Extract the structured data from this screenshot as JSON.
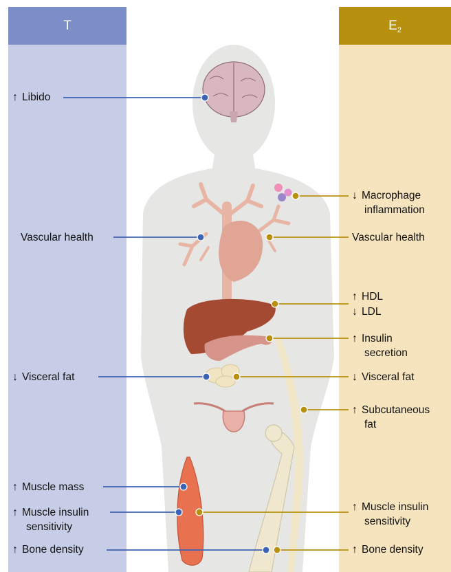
{
  "columns": {
    "left": {
      "label": "T",
      "color": "#7b8ec8",
      "bg": "#c7cde6"
    },
    "right": {
      "label": "E",
      "sub": "2",
      "color": "#b8900f",
      "bg": "#f5e4bd"
    }
  },
  "left_labels": [
    {
      "arrow": "↑",
      "text": "Libido"
    },
    {
      "arrow": "",
      "text": "Vascular health"
    },
    {
      "arrow": "↓",
      "text": "Visceral fat"
    },
    {
      "arrow": "↑",
      "text": "Muscle mass"
    },
    {
      "arrow": "↑",
      "text": "Muscle insulin",
      "line2": "sensitivity"
    },
    {
      "arrow": "↑",
      "text": "Bone density"
    }
  ],
  "right_labels": [
    {
      "arrow": "↓",
      "text": "Macrophage",
      "line2": "inflammation"
    },
    {
      "arrow": "",
      "text": "Vascular health"
    },
    {
      "arrow": "↑",
      "text": "HDL"
    },
    {
      "arrow": "↓",
      "text": "LDL"
    },
    {
      "arrow": "↑",
      "text": "Insulin",
      "line2": "secretion"
    },
    {
      "arrow": "↓",
      "text": "Visceral fat"
    },
    {
      "arrow": "↑",
      "text": "Subcutaneous",
      "line2": "fat"
    },
    {
      "arrow": "↑",
      "text": "Muscle insulin",
      "line2": "sensitivity"
    },
    {
      "arrow": "↑",
      "text": "Bone density"
    }
  ],
  "colors": {
    "silhouette": "#e6e6e4",
    "vessels": "#e8b5a5",
    "liver": "#a44a33",
    "muscle": "#e8714f",
    "bone": "#efe8cf"
  }
}
